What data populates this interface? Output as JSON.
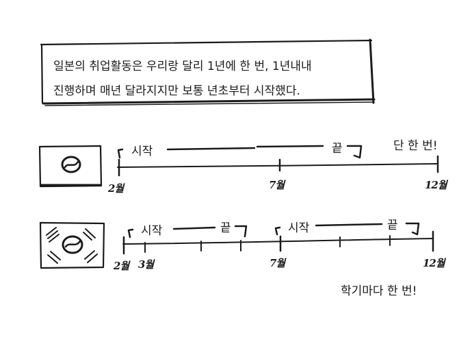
{
  "caption": {
    "line1": "일본의 취업활동은 우리랑 달리 1년에 한 번, 1년내내",
    "line2": "진행하며 매년 달라지지만 보통 년초부터 시작했다."
  },
  "korea_timeline": {
    "start_label": "시작",
    "end_label": "끝",
    "note": "단 한 번!",
    "months": [
      "2월",
      "7월",
      "12월"
    ]
  },
  "japan_timeline": {
    "start_label_1": "시작",
    "end_label_1": "끝",
    "start_label_2": "시작",
    "end_label_2": "끝",
    "note": "학기마다 한 번!",
    "months": [
      "2월",
      "3월",
      "7월",
      "12월"
    ]
  },
  "colors": {
    "ink": "#1a1a1a",
    "background": "#ffffff"
  }
}
